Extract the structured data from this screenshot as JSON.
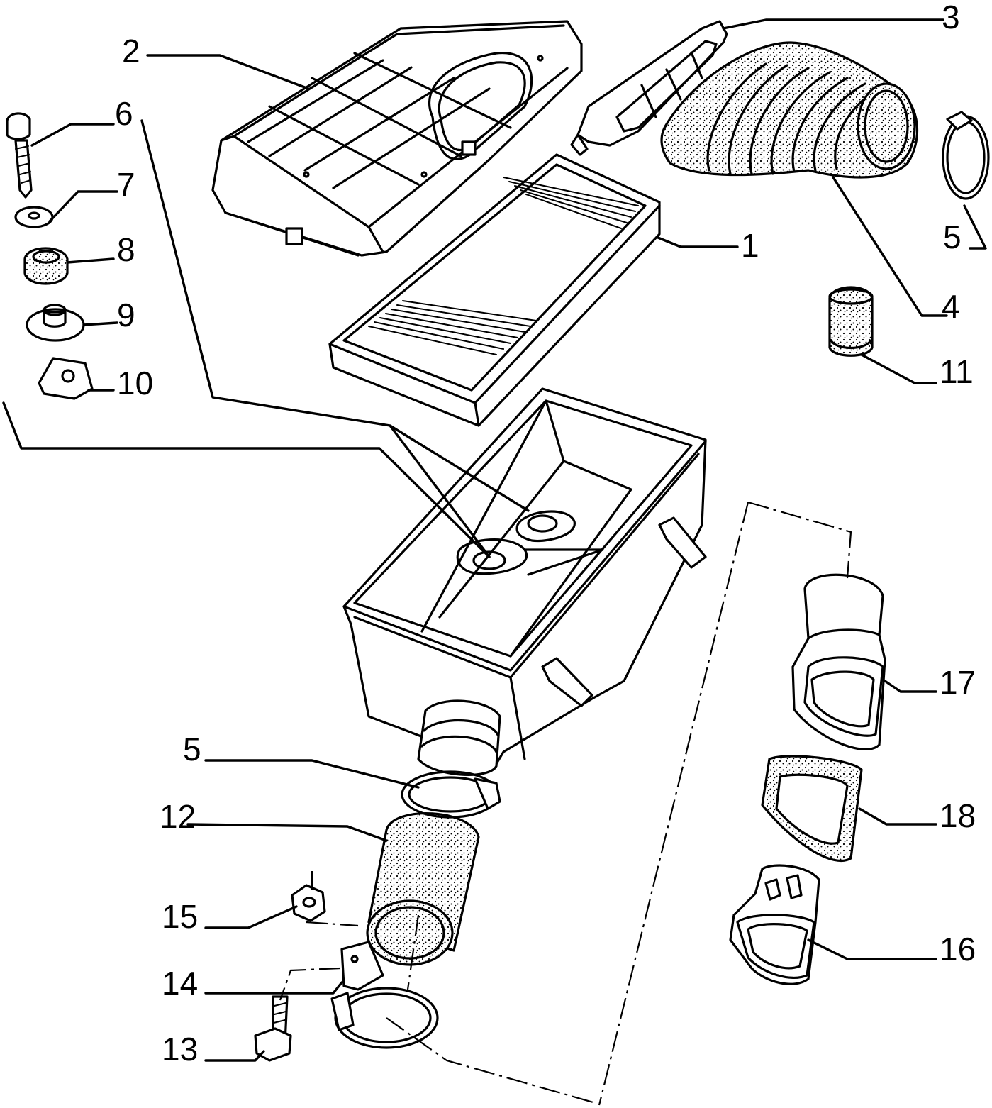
{
  "callouts": [
    {
      "id": "1",
      "text": "1"
    },
    {
      "id": "2",
      "text": "2"
    },
    {
      "id": "3",
      "text": "3"
    },
    {
      "id": "4",
      "text": "4"
    },
    {
      "id": "5a",
      "text": "5"
    },
    {
      "id": "5b",
      "text": "5"
    },
    {
      "id": "6",
      "text": "6"
    },
    {
      "id": "7",
      "text": "7"
    },
    {
      "id": "8",
      "text": "8"
    },
    {
      "id": "9",
      "text": "9"
    },
    {
      "id": "10",
      "text": "10"
    },
    {
      "id": "11",
      "text": "11"
    },
    {
      "id": "12",
      "text": "12"
    },
    {
      "id": "13",
      "text": "13"
    },
    {
      "id": "14",
      "text": "14"
    },
    {
      "id": "15",
      "text": "15"
    },
    {
      "id": "16",
      "text": "16"
    },
    {
      "id": "17",
      "text": "17"
    },
    {
      "id": "18",
      "text": "18"
    }
  ],
  "colors": {
    "ink": "#000000",
    "paper": "#ffffff"
  }
}
